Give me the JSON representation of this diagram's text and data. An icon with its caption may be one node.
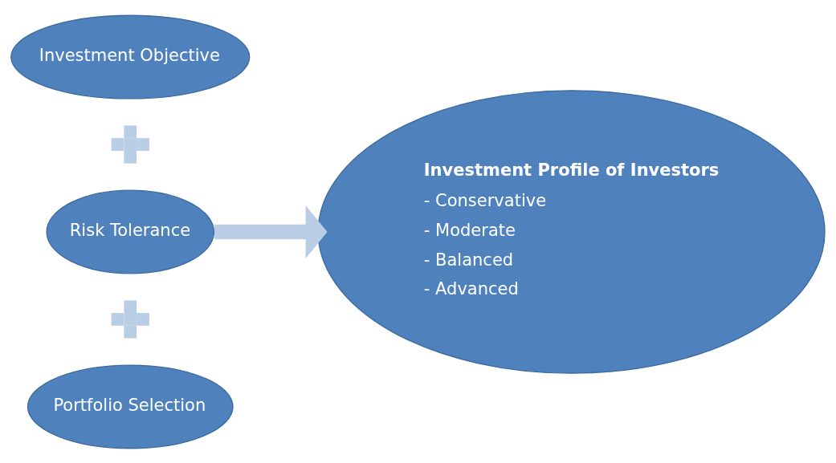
{
  "diagram": {
    "nodes": [
      {
        "text": [
          "Investment Objective"
        ]
      },
      {
        "text": [],
        "shape": "plus"
      },
      {
        "text": [
          "Risk Tolerance"
        ]
      },
      {
        "text": [],
        "shape": "plus"
      },
      {
        "text": [
          "Portfolio Selection"
        ]
      },
      {
        "text": [
          "Investment Profile of Investors",
          "- Conservative",
          "- Moderate",
          "- Balanced",
          "- Advanced"
        ]
      }
    ],
    "edges": [
      {
        "from": 2,
        "to": 5,
        "arrow": "to",
        "color": "#b9cde5"
      }
    ]
  }
}
